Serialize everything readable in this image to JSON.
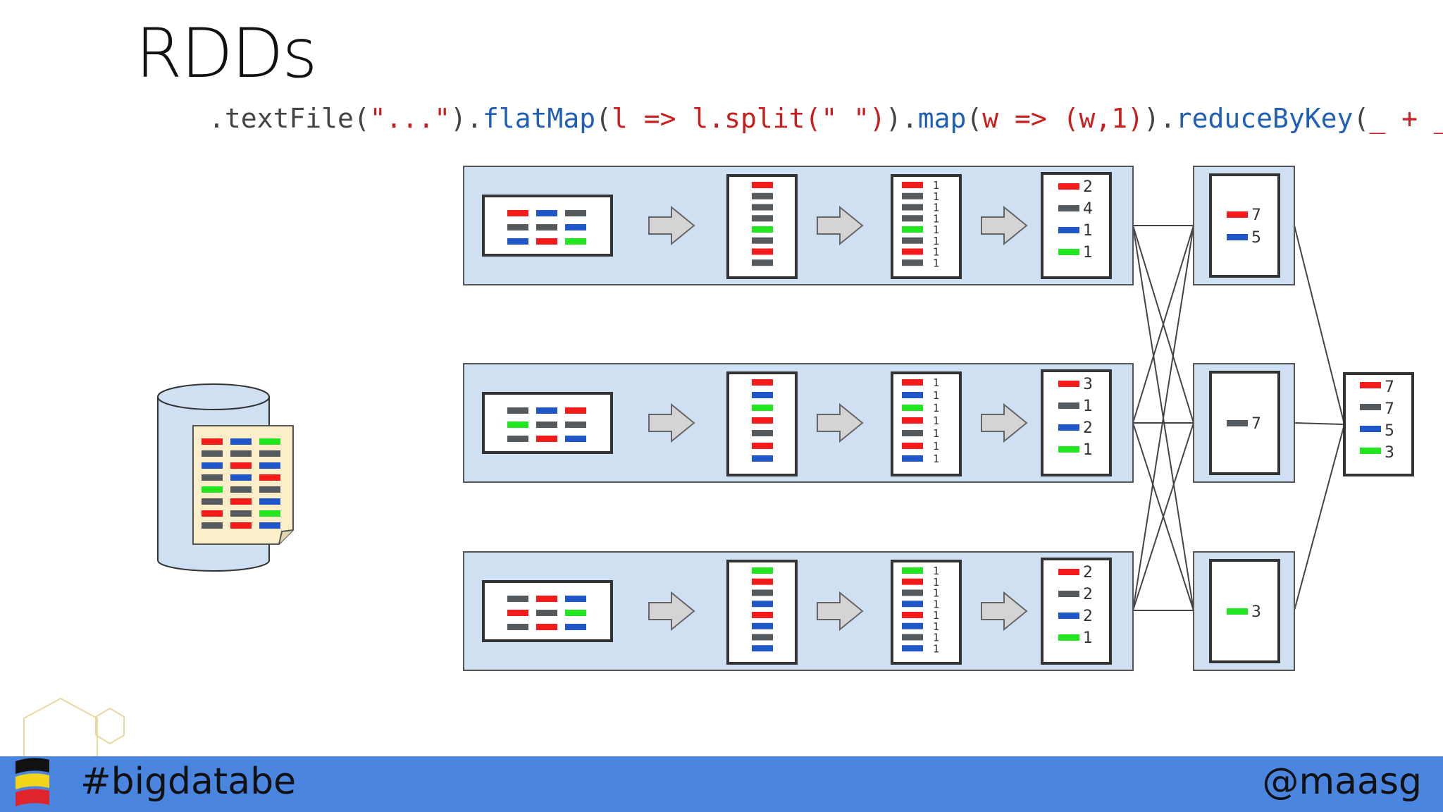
{
  "title": "RDDs",
  "code": {
    "p1": ".textFile(",
    "p2": "\"...\"",
    "p3": ").",
    "p4": "flatMap",
    "p5": "(",
    "p6": "l => l.split(\" \")",
    "p7": ").",
    "p8": "map",
    "p9": "(",
    "p10": "w => (w,1)",
    "p11": ").",
    "p12": "reduceByKey",
    "p13": "(",
    "p14": "_ + _",
    "p15": ")"
  },
  "colors": {
    "red": "#f51b1b",
    "gray": "#555a5e",
    "blue": "#1f56c8",
    "green": "#22e61f",
    "partition_bg": "#cfe0f3",
    "footer": "#4a86e0"
  },
  "partitions": [
    {
      "input": [
        [
          "red",
          "blue",
          "gray"
        ],
        [
          "gray",
          "gray",
          "blue"
        ],
        [
          "blue",
          "red",
          "green"
        ]
      ],
      "words": [
        "red",
        "gray",
        "gray",
        "gray",
        "green",
        "gray",
        "red",
        "gray"
      ],
      "pairs": [
        {
          "c": "red",
          "n": "1"
        },
        {
          "c": "gray",
          "n": "1"
        },
        {
          "c": "gray",
          "n": "1"
        },
        {
          "c": "gray",
          "n": "1"
        },
        {
          "c": "green",
          "n": "1"
        },
        {
          "c": "gray",
          "n": "1"
        },
        {
          "c": "red",
          "n": "1"
        },
        {
          "c": "gray",
          "n": "1"
        }
      ],
      "counts": [
        {
          "c": "red",
          "n": "2"
        },
        {
          "c": "gray",
          "n": "4"
        },
        {
          "c": "blue",
          "n": "1"
        },
        {
          "c": "green",
          "n": "1"
        }
      ]
    },
    {
      "input": [
        [
          "gray",
          "blue",
          "red"
        ],
        [
          "green",
          "gray",
          "gray"
        ],
        [
          "gray",
          "red",
          "blue"
        ]
      ],
      "words": [
        "red",
        "blue",
        "green",
        "red",
        "gray",
        "red",
        "blue"
      ],
      "pairs": [
        {
          "c": "red",
          "n": "1"
        },
        {
          "c": "blue",
          "n": "1"
        },
        {
          "c": "green",
          "n": "1"
        },
        {
          "c": "red",
          "n": "1"
        },
        {
          "c": "gray",
          "n": "1"
        },
        {
          "c": "red",
          "n": "1"
        },
        {
          "c": "blue",
          "n": "1"
        }
      ],
      "counts": [
        {
          "c": "red",
          "n": "3"
        },
        {
          "c": "gray",
          "n": "1"
        },
        {
          "c": "blue",
          "n": "2"
        },
        {
          "c": "green",
          "n": "1"
        }
      ]
    },
    {
      "input": [
        [
          "gray",
          "red",
          "blue"
        ],
        [
          "red",
          "gray",
          "green"
        ],
        [
          "gray",
          "red",
          "blue"
        ]
      ],
      "words": [
        "green",
        "red",
        "gray",
        "blue",
        "red",
        "blue",
        "gray",
        "blue"
      ],
      "pairs": [
        {
          "c": "green",
          "n": "1"
        },
        {
          "c": "red",
          "n": "1"
        },
        {
          "c": "gray",
          "n": "1"
        },
        {
          "c": "blue",
          "n": "1"
        },
        {
          "c": "red",
          "n": "1"
        },
        {
          "c": "blue",
          "n": "1"
        },
        {
          "c": "gray",
          "n": "1"
        },
        {
          "c": "blue",
          "n": "1"
        }
      ],
      "counts": [
        {
          "c": "red",
          "n": "2"
        },
        {
          "c": "gray",
          "n": "2"
        },
        {
          "c": "blue",
          "n": "2"
        },
        {
          "c": "green",
          "n": "1"
        }
      ]
    }
  ],
  "reduced": [
    [
      {
        "c": "red",
        "n": "7"
      },
      {
        "c": "blue",
        "n": "5"
      }
    ],
    [
      {
        "c": "gray",
        "n": "7"
      }
    ],
    [
      {
        "c": "green",
        "n": "3"
      }
    ]
  ],
  "final": [
    {
      "c": "red",
      "n": "7"
    },
    {
      "c": "gray",
      "n": "7"
    },
    {
      "c": "blue",
      "n": "5"
    },
    {
      "c": "green",
      "n": "3"
    }
  ],
  "source_file": [
    [
      "red",
      "blue",
      "green"
    ],
    [
      "gray",
      "gray",
      "gray"
    ],
    [
      "blue",
      "red",
      "blue"
    ],
    [
      "gray",
      "blue",
      "red"
    ],
    [
      "green",
      "gray",
      "gray"
    ],
    [
      "gray",
      "red",
      "blue"
    ],
    [
      "red",
      "gray",
      "green"
    ],
    [
      "gray",
      "red",
      "blue"
    ]
  ],
  "footer": {
    "hashtag": "#bigdatabe",
    "handle": "@maasg"
  }
}
